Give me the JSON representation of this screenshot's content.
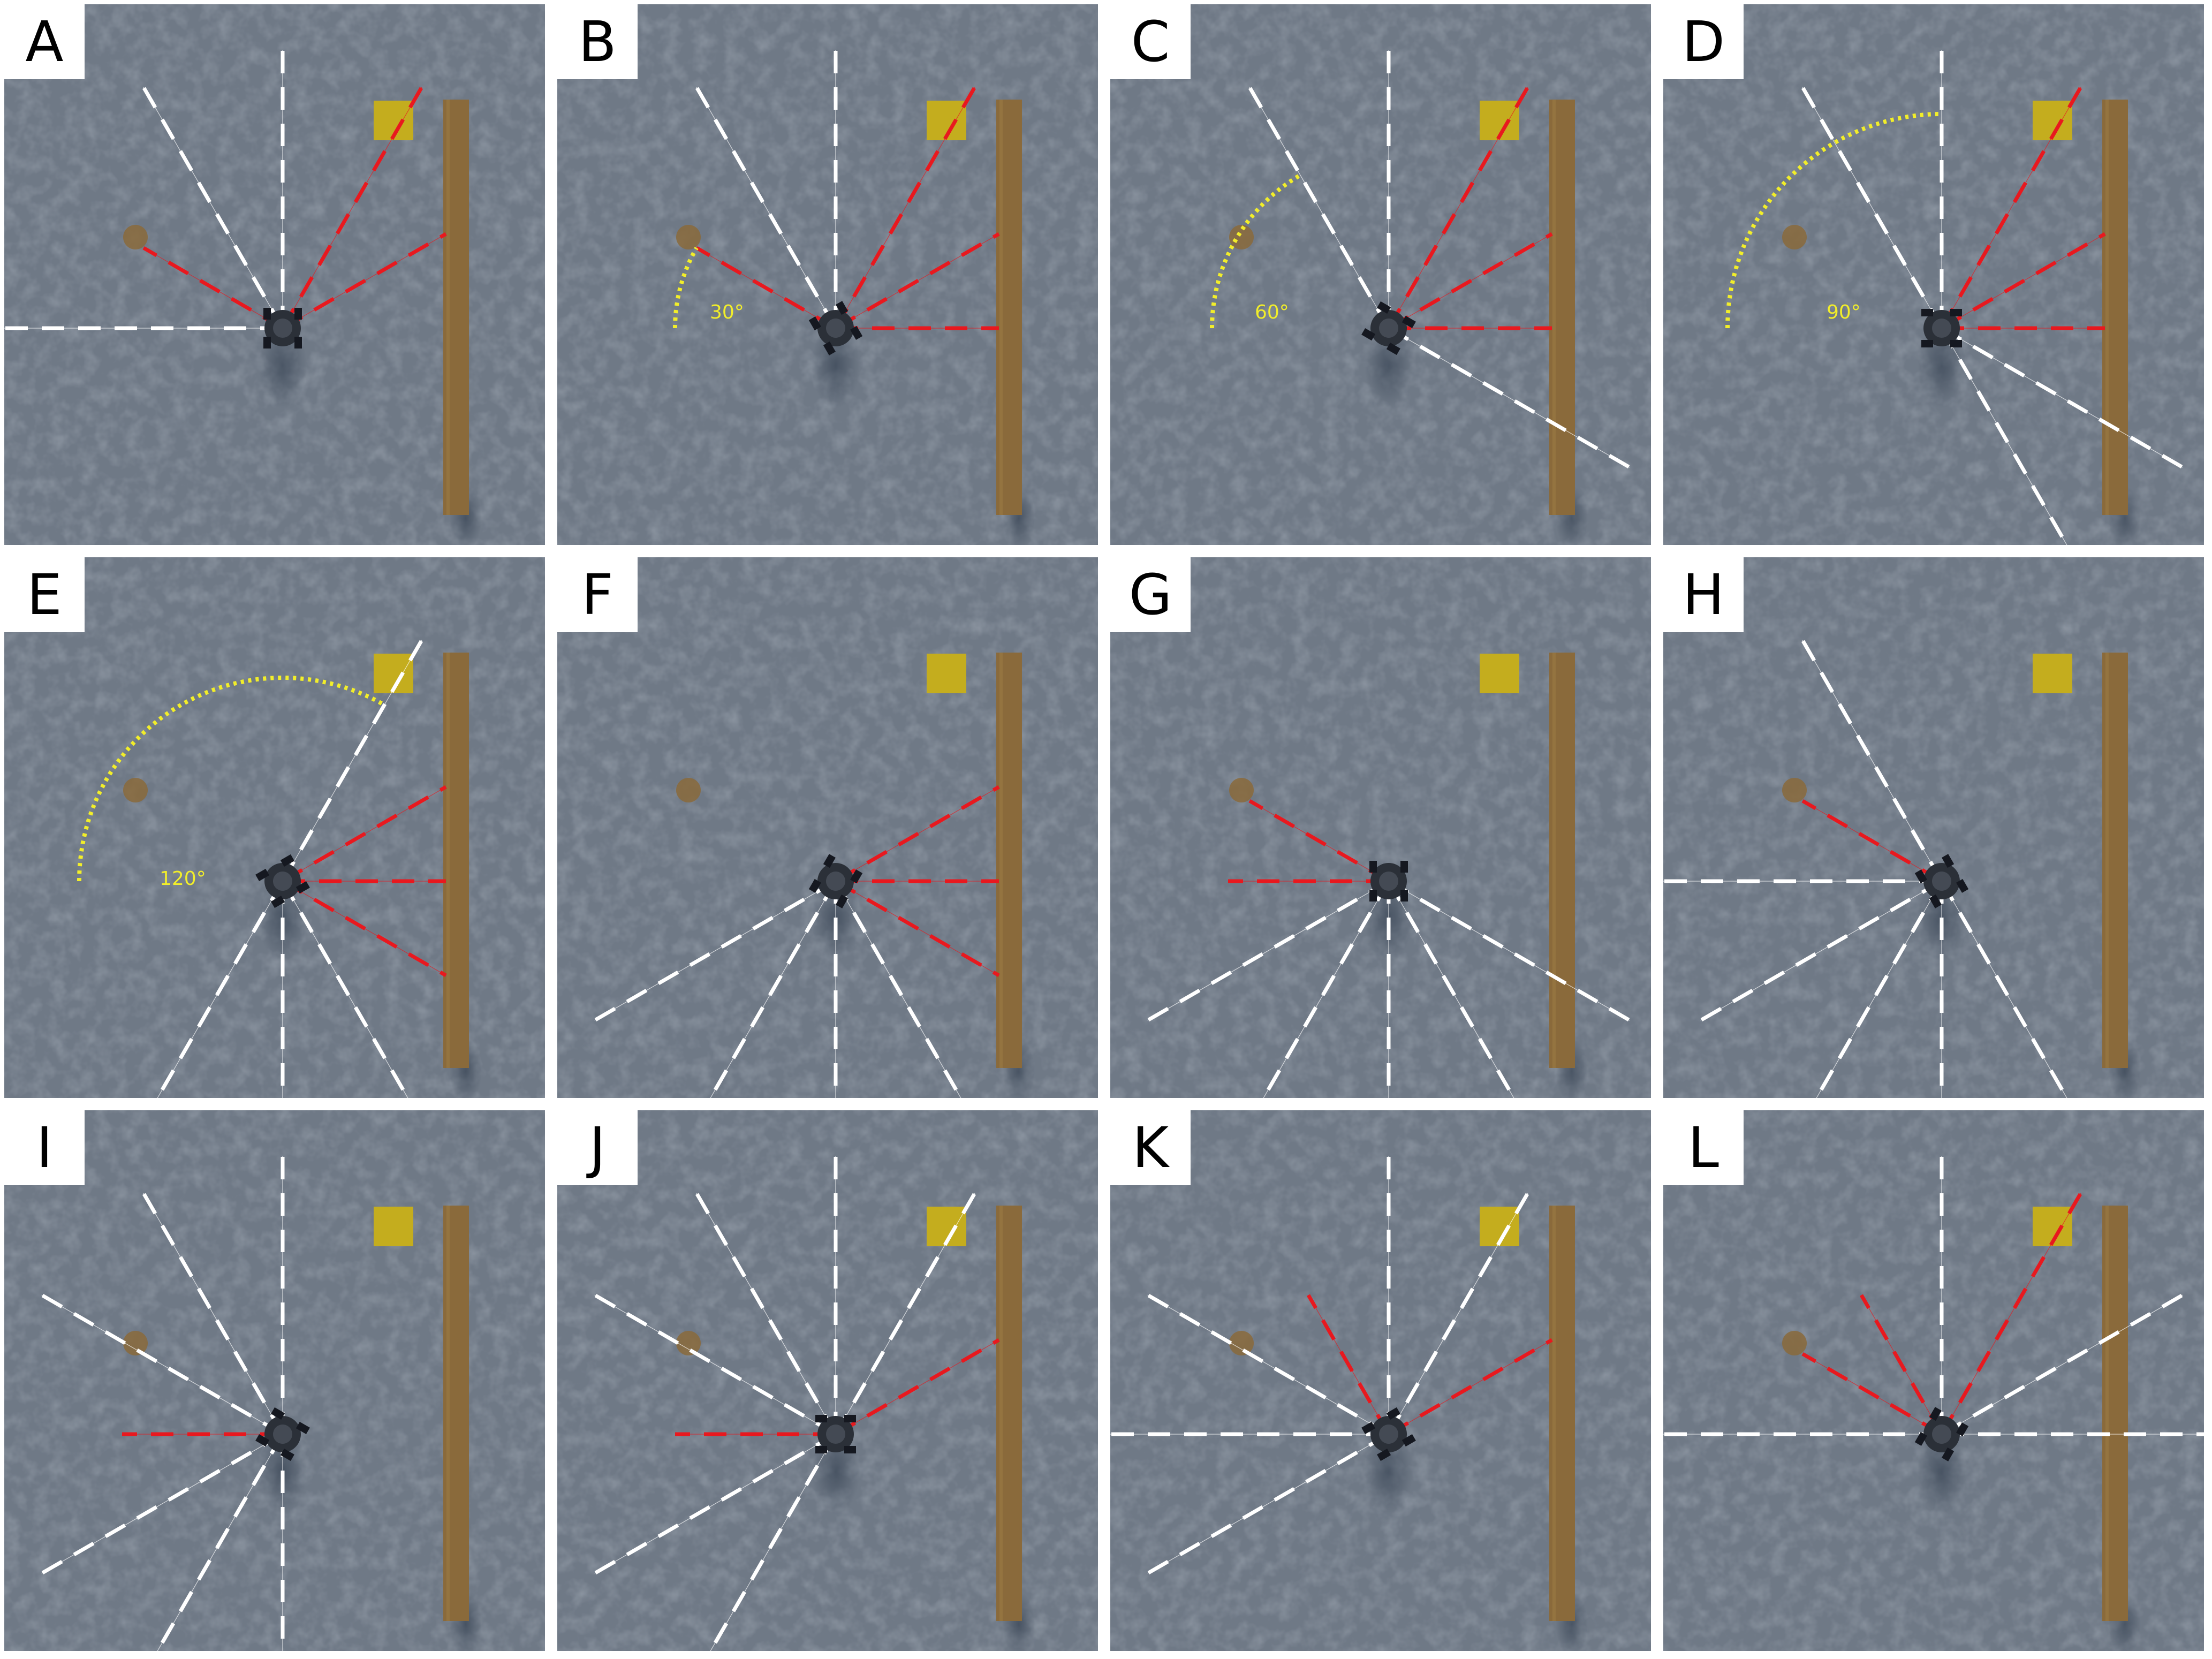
{
  "colors": {
    "floor": "#6f7986",
    "wall": "#8a6a3b",
    "goal_marker": "#c4ad1e",
    "ball": "#8a6a3b",
    "beam_free": "#ffffff",
    "beam_hit": "#e8191f",
    "angle_arc": "#f2ee2a"
  },
  "panels": [
    {
      "label": "A",
      "rotation": 0,
      "angle_label": "",
      "beams": [
        "free",
        "hit",
        "free",
        "free",
        "hit",
        "hit"
      ]
    },
    {
      "label": "B",
      "rotation": 30,
      "angle_label": "30°",
      "beams": [
        "hit",
        "free",
        "free",
        "hit",
        "hit",
        "hit"
      ]
    },
    {
      "label": "C",
      "rotation": 60,
      "angle_label": "60°",
      "beams": [
        "free",
        "free",
        "hit",
        "hit",
        "hit",
        "free"
      ]
    },
    {
      "label": "D",
      "rotation": 90,
      "angle_label": "90°",
      "beams": [
        "free",
        "free",
        "hit",
        "hit",
        "hit",
        "free",
        "free"
      ]
    },
    {
      "label": "E",
      "rotation": 120,
      "angle_label": "120°",
      "beams": [
        "free",
        "hit",
        "hit",
        "hit",
        "free",
        "free",
        "free"
      ]
    },
    {
      "label": "F",
      "rotation": 150,
      "angle_label": "",
      "beams": [
        "hit",
        "hit",
        "hit",
        "free",
        "free",
        "free",
        "free"
      ]
    },
    {
      "label": "G",
      "rotation": 180,
      "angle_label": "",
      "beams": [
        "hit",
        "free",
        "free",
        "free",
        "free",
        "free",
        "hit"
      ]
    },
    {
      "label": "H",
      "rotation": 210,
      "angle_label": "",
      "beams": [
        "free",
        "free",
        "free",
        "free",
        "free",
        "hit",
        "free"
      ]
    },
    {
      "label": "I",
      "rotation": 240,
      "angle_label": "",
      "beams": [
        "free",
        "free",
        "free",
        "free",
        "hit",
        "free",
        "free"
      ]
    },
    {
      "label": "J",
      "rotation": 270,
      "angle_label": "",
      "beams": [
        "free",
        "free",
        "free",
        "free",
        "hit",
        "free",
        "free",
        "hit"
      ]
    },
    {
      "label": "K",
      "rotation": 300,
      "angle_label": "",
      "beams": [
        "free",
        "free",
        "hit",
        "free",
        "free",
        "free",
        "hit"
      ]
    },
    {
      "label": "L",
      "rotation": 330,
      "angle_label": "",
      "beams": [
        "free",
        "hit",
        "free",
        "free",
        "free",
        "hit",
        "hit"
      ]
    }
  ]
}
